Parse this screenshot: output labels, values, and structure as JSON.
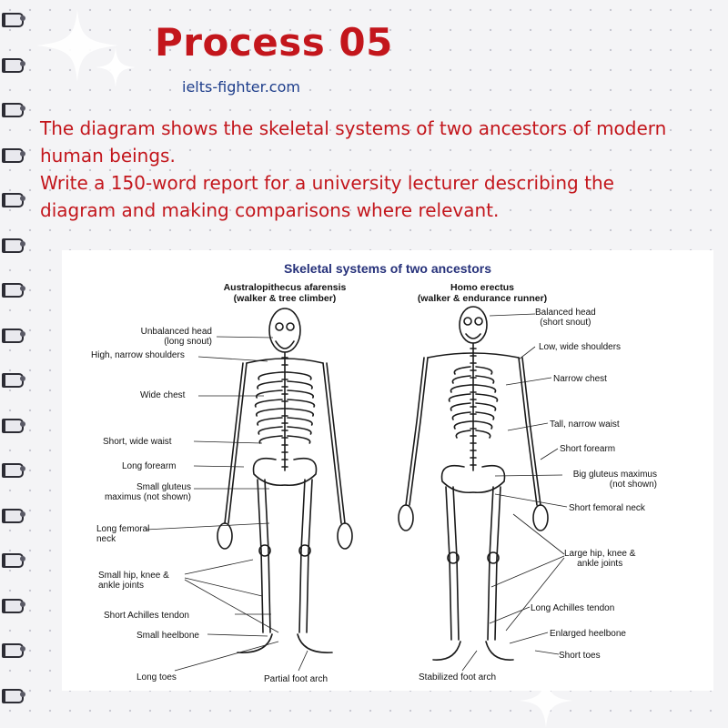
{
  "header": {
    "title": "Process 05",
    "site": "ielts-fighter.com"
  },
  "task": {
    "line1": "The diagram shows the skeletal systems of two ancestors of modern human beings.",
    "line2": "Write a 150-word report for a university lecturer describing the diagram and making comparisons where relevant."
  },
  "diagram": {
    "title": "Skeletal systems of two ancestors",
    "left_species": {
      "name": "Australopithecus afarensis",
      "role": "(walker & tree climber)",
      "labels": {
        "head": [
          "Unbalanced head",
          "(long snout)"
        ],
        "shoulders": "High, narrow shoulders",
        "chest": "Wide chest",
        "waist": "Short, wide waist",
        "forearm": "Long forearm",
        "gluteus": [
          "Small gluteus",
          "maximus (not shown)"
        ],
        "femoral": [
          "Long femoral",
          "neck"
        ],
        "joints": [
          "Small hip, knee &",
          "ankle joints"
        ],
        "achilles": "Short Achilles tendon",
        "heelbone": "Small heelbone",
        "toes": "Long toes",
        "arch": "Partial foot arch"
      }
    },
    "right_species": {
      "name": "Homo erectus",
      "role": "(walker & endurance runner)",
      "labels": {
        "head": [
          "Balanced head",
          "(short snout)"
        ],
        "shoulders": "Low, wide shoulders",
        "chest": "Narrow chest",
        "waist": "Tall, narrow waist",
        "forearm": "Short forearm",
        "gluteus": [
          "Big gluteus maximus",
          "(not shown)"
        ],
        "femoral": "Short femoral neck",
        "joints": [
          "Large hip, knee &",
          "ankle joints"
        ],
        "achilles": "Long Achilles tendon",
        "heelbone": "Enlarged heelbone",
        "toes": "Short toes",
        "arch": "Stabilized foot arch"
      }
    }
  }
}
